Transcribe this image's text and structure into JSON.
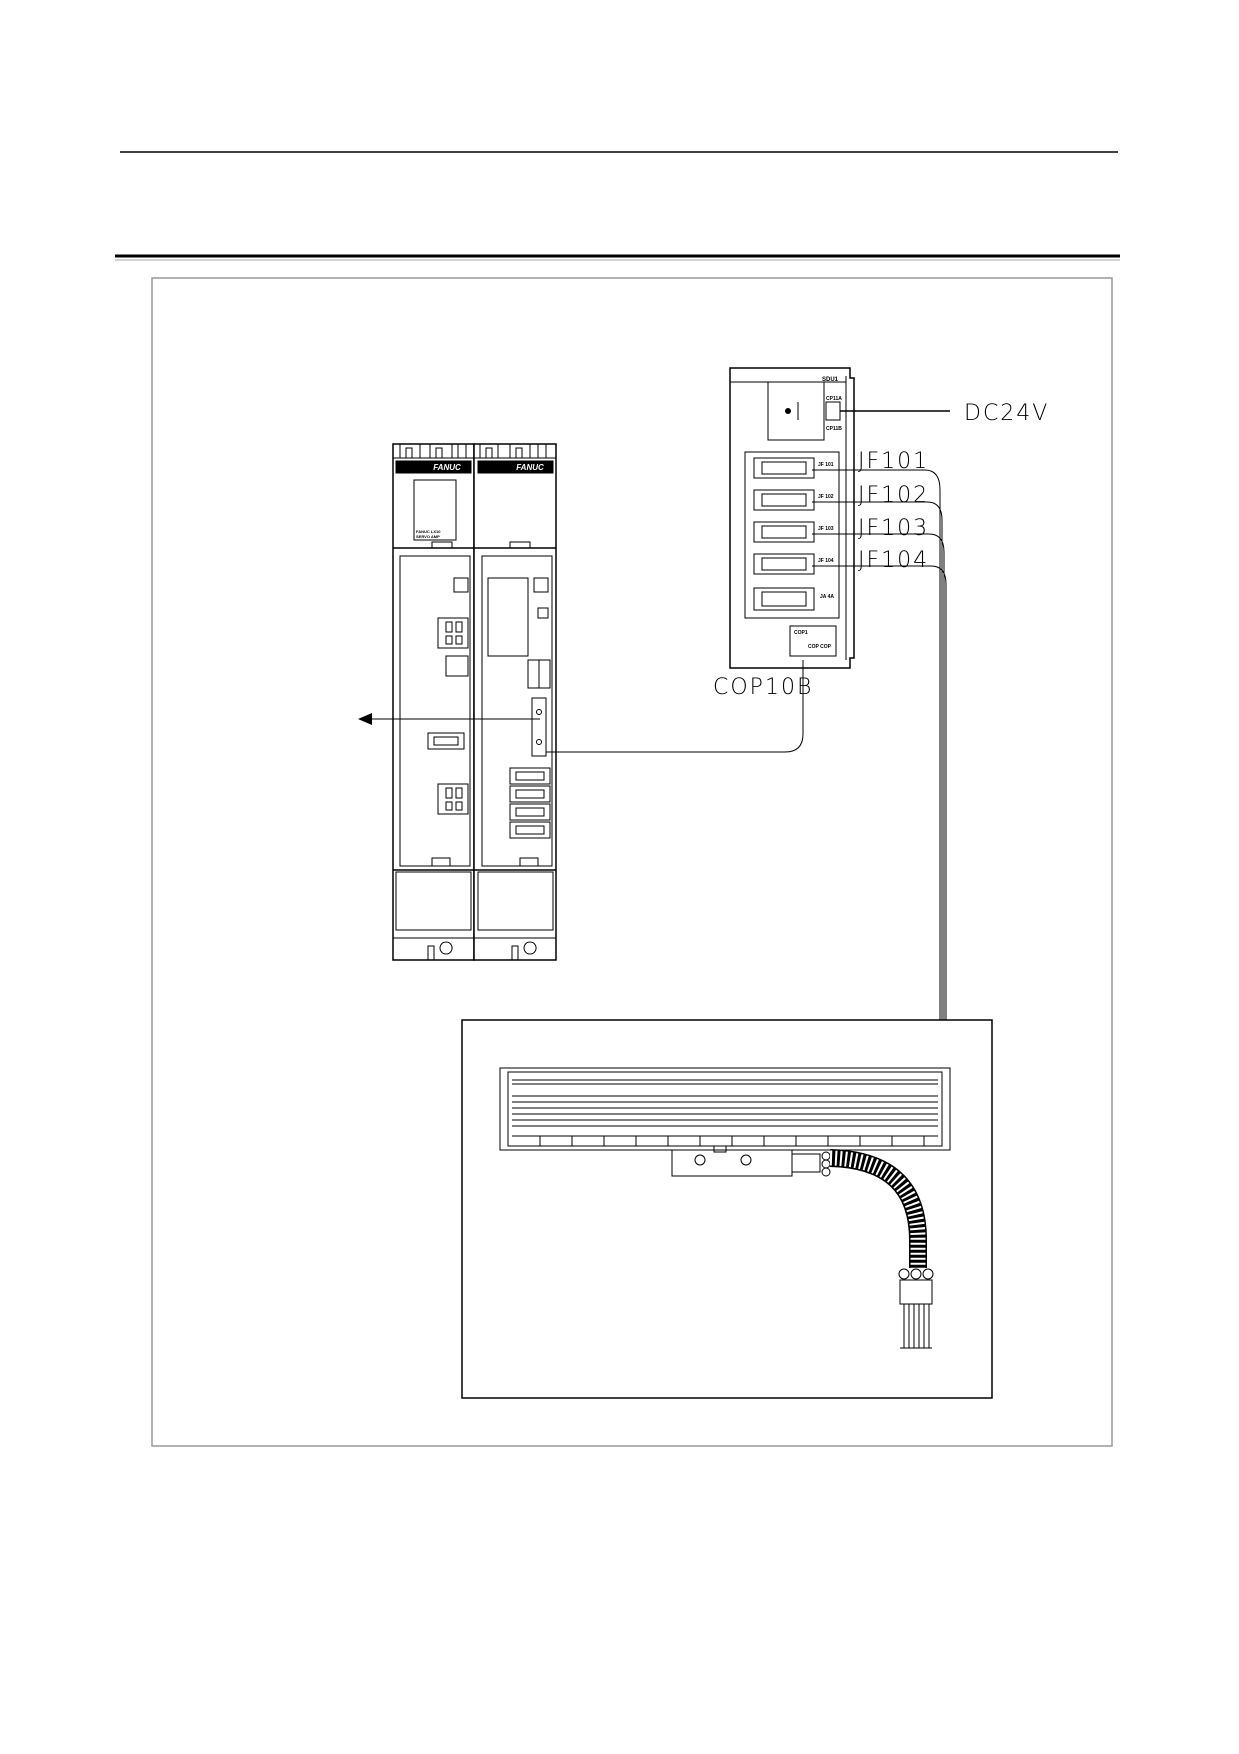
{
  "modules": {
    "brand_left": "FANUC",
    "brand_right": "FANUC",
    "model_label_1": "FANUC LX10",
    "model_label_2": "SERVO AMP"
  },
  "sdu": {
    "title": "SDU1",
    "cp11a": "CP11A",
    "cp11b": "CP11B",
    "jf101_small": "JF 101",
    "jf102_small": "JF 102",
    "jf103_small": "JF 103",
    "jf104_small": "JF 104",
    "ja4a_small": "JA 4A",
    "cop1_small": "COP1",
    "cop_labels_small": "COP COP"
  },
  "labels": {
    "dc24v": "DC24V",
    "jf101": "JF101",
    "jf102": "JF102",
    "jf103": "JF103",
    "jf104": "JF104",
    "cop10b": "COP10B"
  }
}
